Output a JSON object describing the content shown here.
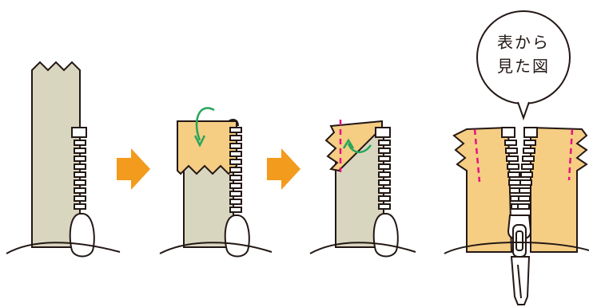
{
  "figure": {
    "bubble": {
      "line1": "表から",
      "line2": "見た図"
    },
    "colors": {
      "outline": "#231815",
      "fabric_back": "#d9d6c0",
      "fabric_front": "#f5cd83",
      "arrow": "#f29b1c",
      "guide_arrow": "#25a55b",
      "stitch_line": "#e5137f",
      "pull": "#ffffff"
    },
    "steps": [
      {
        "name": "step-1-zipper-tape"
      },
      {
        "name": "step-2-fold-down"
      },
      {
        "name": "step-3-fold-diagonal"
      },
      {
        "name": "step-4-front-view"
      }
    ]
  }
}
